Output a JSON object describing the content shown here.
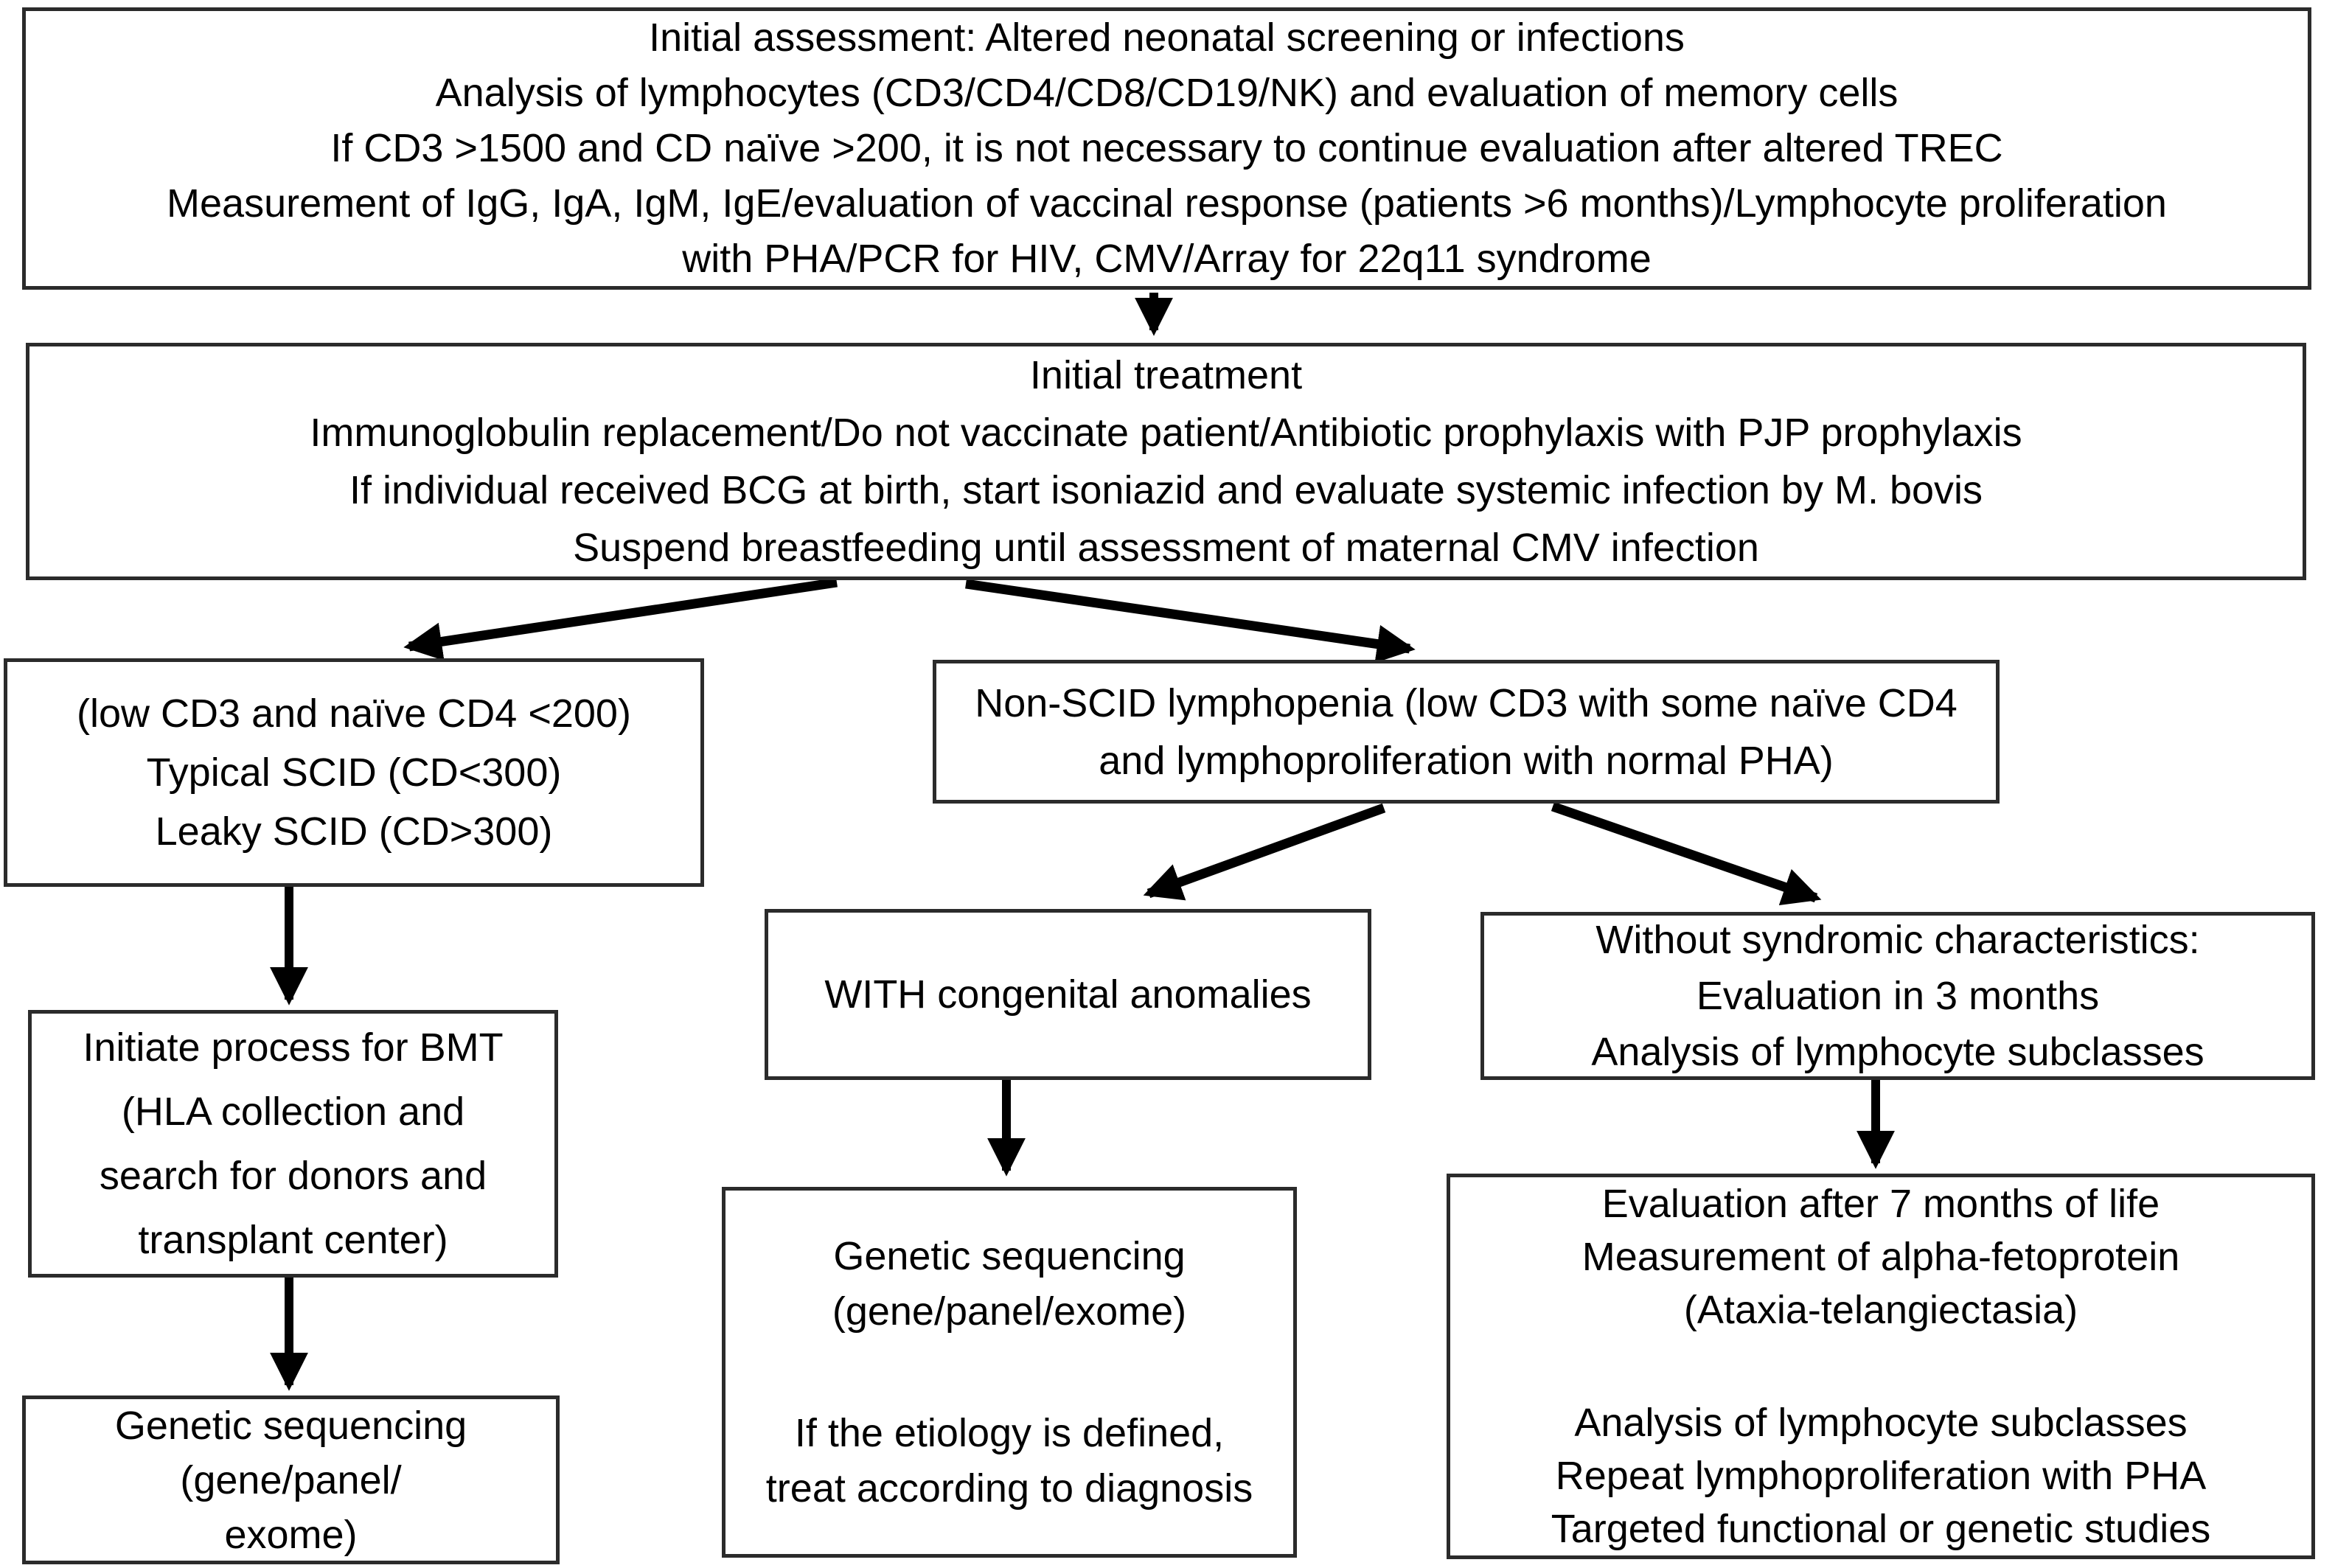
{
  "colors": {
    "background": "#ffffff",
    "box_border": "#2b2b2b",
    "text": "#000000",
    "arrow": "#000000"
  },
  "boxes": {
    "initial_assessment": {
      "lines": [
        "Initial assessment: Altered neonatal screening or infections",
        "Analysis of lymphocytes (CD3/CD4/CD8/CD19/NK) and evaluation of memory cells",
        "If CD3 >1500 and CD naïve >200, it is not necessary to continue evaluation after altered TREC",
        "Measurement of IgG, IgA, IgM, IgE/evaluation of vaccinal response (patients >6 months)/Lymphocyte proliferation",
        "with PHA/PCR for HIV, CMV/Array for 22q11 syndrome"
      ]
    },
    "initial_treatment": {
      "lines": [
        "Initial treatment",
        "Immunoglobulin replacement/Do not vaccinate patient/Antibiotic prophylaxis with PJP prophylaxis",
        "If individual received BCG at birth, start isoniazid and evaluate systemic infection by M. bovis",
        "Suspend breastfeeding until assessment of maternal CMV infection"
      ]
    },
    "scid": {
      "lines": [
        "(low CD3 and naïve CD4 <200)",
        "Typical SCID (CD<300)",
        "Leaky SCID (CD>300)"
      ]
    },
    "non_scid": {
      "lines": [
        "Non-SCID lymphopenia (low CD3 with some naïve CD4",
        "and lymphoproliferation with normal PHA)"
      ]
    },
    "with_congenital": {
      "lines": [
        "WITH congenital anomalies"
      ]
    },
    "without_syndromic": {
      "lines": [
        "Without syndromic characteristics:",
        "Evaluation in 3 months",
        "Analysis of lymphocyte subclasses"
      ]
    },
    "bmt": {
      "lines": [
        "Initiate process for BMT",
        "(HLA collection and",
        "search for donors and",
        "transplant center)"
      ]
    },
    "genetic_left": {
      "lines": [
        "Genetic sequencing",
        "(gene/panel/",
        "exome)"
      ]
    },
    "genetic_middle": {
      "top_lines": [
        "Genetic sequencing",
        "(gene/panel/exome)"
      ],
      "bottom_lines": [
        "If the etiology is defined,",
        "treat according to diagnosis"
      ]
    },
    "evaluation_7m": {
      "top_lines": [
        "Evaluation after 7 months of life",
        "Measurement of alpha-fetoprotein",
        "(Ataxia-telangiectasia)"
      ],
      "bottom_lines": [
        "Analysis of lymphocyte subclasses",
        "Repeat lymphoproliferation with PHA",
        "Targeted functional or genetic studies"
      ]
    }
  }
}
